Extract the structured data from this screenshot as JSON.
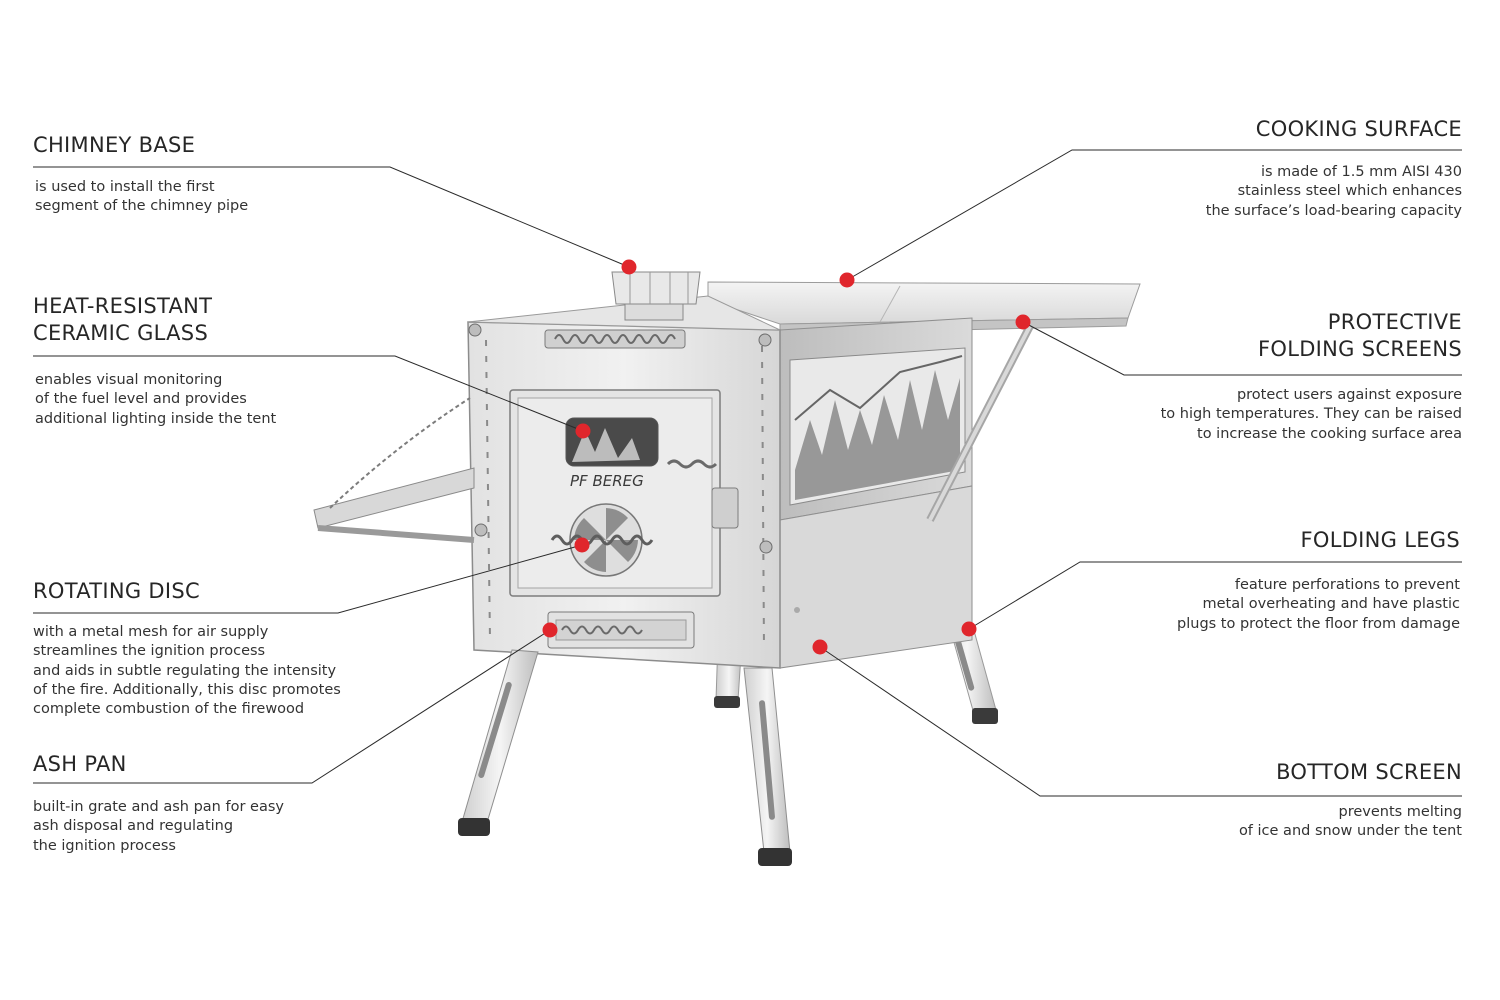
{
  "colors": {
    "marker": "#e0262c",
    "leader_line": "#2a2a2a",
    "steel_light": "#eeeeee",
    "steel_mid": "#cfcfcf",
    "steel_dark": "#8d8d8d"
  },
  "product": {
    "brand_plate": "PF BEREG"
  },
  "callouts": {
    "chimney_base": {
      "title": "CHIMNEY BASE",
      "description": "is used to install the first\nsegment of the chimney pipe"
    },
    "ceramic_glass": {
      "title": "HEAT-RESISTANT\nCERAMIC GLASS",
      "description": "enables visual monitoring\nof the fuel level and provides\nadditional lighting inside the tent"
    },
    "rotating_disc": {
      "title": "ROTATING DISC",
      "description": "with a metal mesh for air supply\nstreamlines the ignition process\nand aids in subtle regulating the intensity\nof the fire. Additionally, this disc promotes\ncomplete combustion of the firewood"
    },
    "ash_pan": {
      "title": "ASH PAN",
      "description": "built-in grate and ash pan for easy\nash disposal and regulating\nthe ignition process"
    },
    "cooking_surface": {
      "title": "COOKING SURFACE",
      "description": "is made of 1.5 mm AISI 430\nstainless steel which enhances\nthe surface’s load-bearing capacity"
    },
    "folding_screens": {
      "title": "PROTECTIVE\nFOLDING SCREENS",
      "description": "protect users against exposure\nto high temperatures. They can be raised\nto increase the cooking surface area"
    },
    "folding_legs": {
      "title": "FOLDING LEGS",
      "description": "feature perforations to prevent\nmetal overheating and have plastic\nplugs to protect the floor from damage"
    },
    "bottom_screen": {
      "title": "BOTTOM SCREEN",
      "description": "prevents melting\nof ice and snow under the tent"
    }
  }
}
